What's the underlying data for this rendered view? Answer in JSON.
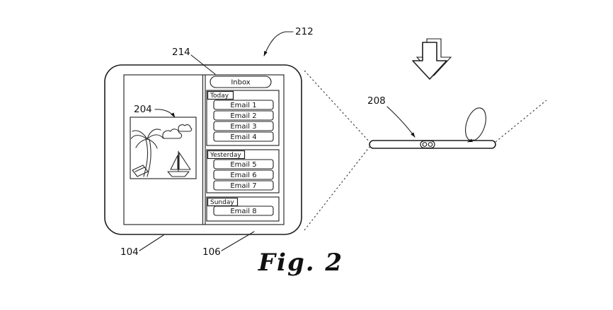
{
  "figure": {
    "caption": "Fig. 2"
  },
  "reference_labels": {
    "device": "212",
    "email_pane_pointer": "214",
    "photo": "204",
    "left_pane": "104",
    "right_pane": "106",
    "folded_device": "208"
  },
  "email_app": {
    "inbox_button": "Inbox",
    "sections": [
      {
        "name": "Today",
        "emails": [
          "Email 1",
          "Email 2",
          "Email 3",
          "Email 4"
        ]
      },
      {
        "name": "Yesterday",
        "emails": [
          "Email 5",
          "Email 6",
          "Email 7"
        ]
      },
      {
        "name": "Sunday",
        "emails": [
          "Email 8"
        ]
      }
    ]
  }
}
